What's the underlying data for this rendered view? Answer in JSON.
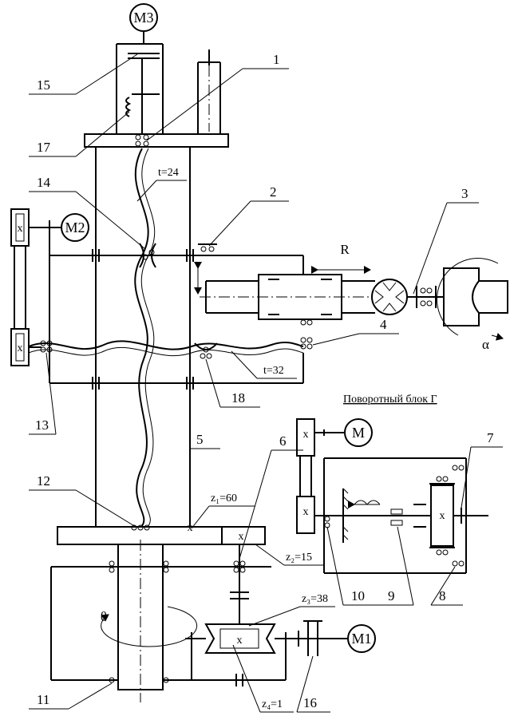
{
  "motors": {
    "m1": "M1",
    "m2": "M2",
    "m3": "M3",
    "m": "M"
  },
  "callouts": [
    "1",
    "2",
    "3",
    "4",
    "5",
    "6",
    "7",
    "8",
    "9",
    "10",
    "11",
    "12",
    "13",
    "14",
    "15",
    "16",
    "17",
    "18"
  ],
  "gears": {
    "z1": "z₁=60",
    "z2": "z₂=15",
    "z3": "z₃=38",
    "z4": "z₄=1"
  },
  "pitches": {
    "t24": "t=24",
    "t32": "t=32"
  },
  "symbols": {
    "R": "R",
    "alpha": "α",
    "theta": "θ"
  },
  "block_title": "Поворотный блок Г"
}
